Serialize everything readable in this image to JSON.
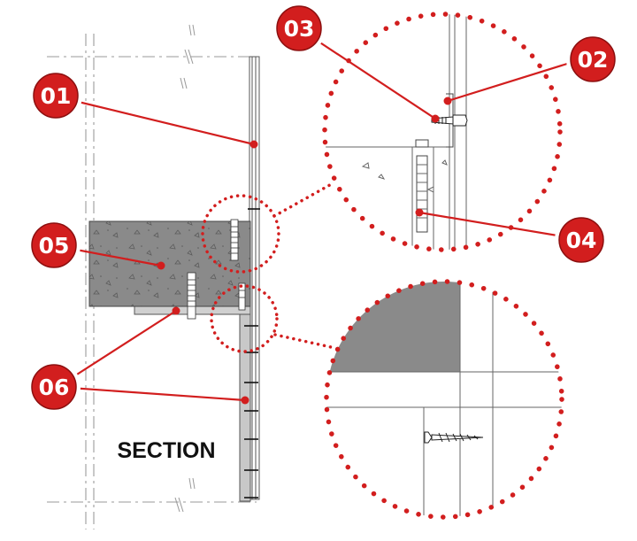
{
  "title": "SECTION",
  "callouts": [
    {
      "id": "c01",
      "label": "01"
    },
    {
      "id": "c02",
      "label": "02"
    },
    {
      "id": "c03",
      "label": "03"
    },
    {
      "id": "c04",
      "label": "04"
    },
    {
      "id": "c05",
      "label": "05"
    },
    {
      "id": "c06",
      "label": "06"
    }
  ],
  "colors": {
    "callout": "#d21e1e",
    "concrete": "#8a8a8a",
    "line": "#555555",
    "dashed": "#9a9a9a"
  }
}
